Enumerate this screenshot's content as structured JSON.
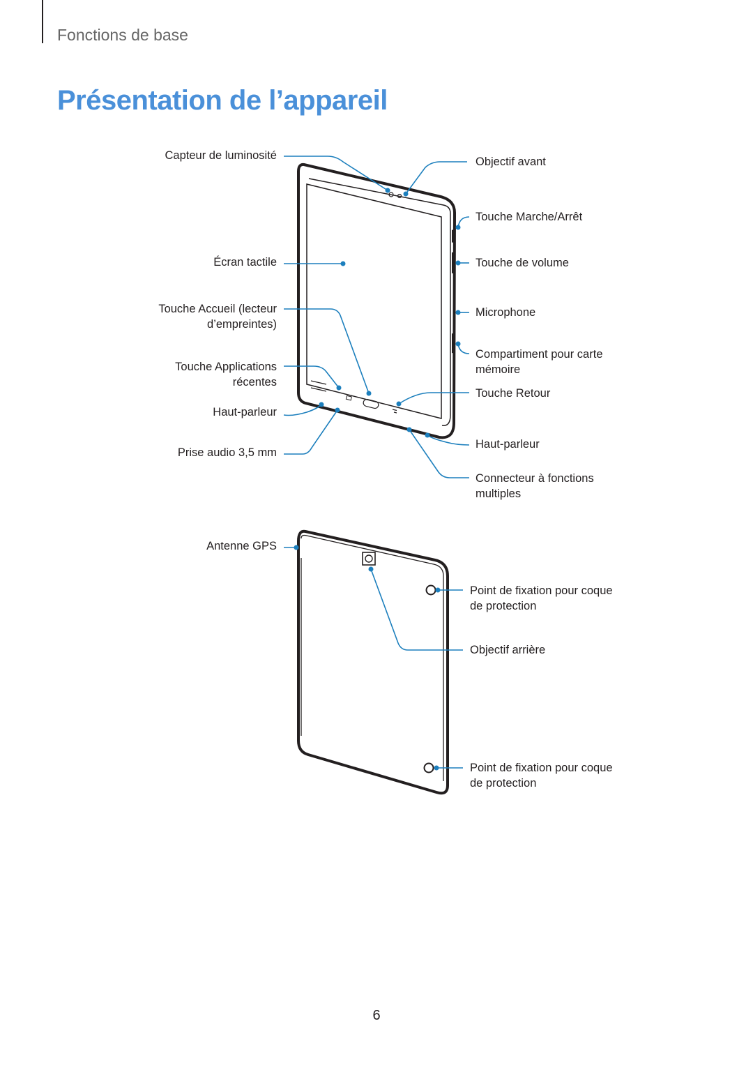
{
  "header": {
    "section": "Fonctions de base",
    "title": "Présentation de l’appareil"
  },
  "front_labels": {
    "light_sensor": "Capteur de luminosité",
    "touchscreen": "Écran tactile",
    "home_key_line1": "Touche Accueil (lecteur",
    "home_key_line2": "d’empreintes)",
    "recent_apps_line1": "Touche Applications",
    "recent_apps_line2": "récentes",
    "speaker_left": "Haut-parleur",
    "audio_jack": "Prise audio 3,5 mm",
    "front_camera": "Objectif avant",
    "power_key": "Touche Marche/Arrêt",
    "volume_key": "Touche de volume",
    "microphone": "Microphone",
    "memory_tray_line1": "Compartiment pour carte",
    "memory_tray_line2": "mémoire",
    "back_key": "Touche Retour",
    "speaker_right": "Haut-parleur",
    "multipurpose_line1": "Connecteur à fonctions",
    "multipurpose_line2": "multiples"
  },
  "back_labels": {
    "gps_antenna": "Antenne GPS",
    "cover_point_top_line1": "Point de fixation pour coque",
    "cover_point_top_line2": "de protection",
    "rear_camera": "Objectif arrière",
    "cover_point_bottom_line1": "Point de fixation pour coque",
    "cover_point_bottom_line2": "de protection"
  },
  "footer": {
    "page_number": "6"
  }
}
